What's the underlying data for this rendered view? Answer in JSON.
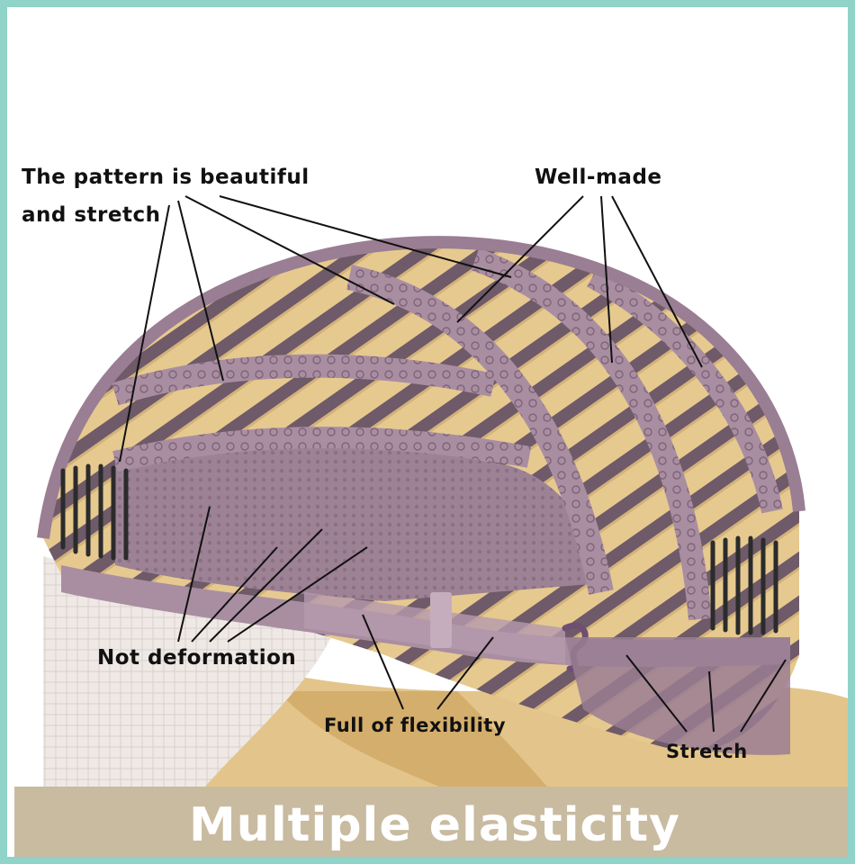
{
  "callouts": {
    "pattern_line1": "The pattern is beautiful",
    "pattern_line2": "and stretch",
    "well_made": "Well-made",
    "not_deformation": "Not deformation",
    "full_flexibility": "Full of flexibility",
    "stretch": "Stretch"
  },
  "banner": {
    "title": "Multiple elasticity"
  },
  "colors": {
    "frame": "#8fd3c9",
    "banner": "#c9bba0",
    "cap": "#9a7e93",
    "hair": "#e3c48a"
  }
}
